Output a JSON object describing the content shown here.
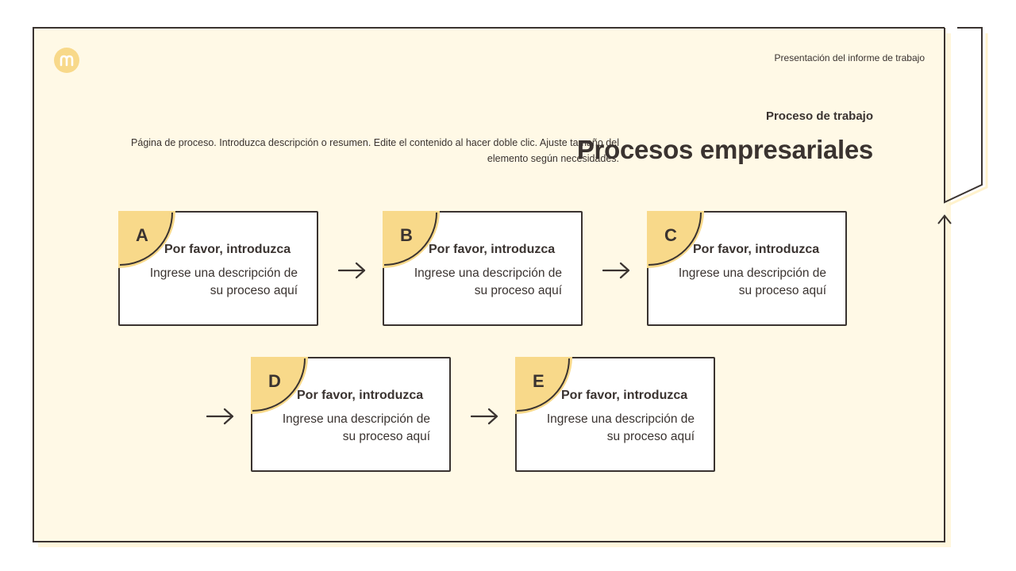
{
  "header": {
    "report_title": "Presentación del informe de trabajo"
  },
  "slide": {
    "subtitle": "Proceso de trabajo",
    "title": "Procesos empresariales",
    "description": "Página de proceso. Introduzca descripción o resumen. Edite el contenido al hacer doble clic. Ajuste tamaño del elemento según necesidades."
  },
  "cards": [
    {
      "letter": "A",
      "title": "Por favor, introduzca",
      "description": "Ingrese una descripción de su proceso aquí"
    },
    {
      "letter": "B",
      "title": "Por favor, introduzca",
      "description": "Ingrese una descripción de su proceso aquí"
    },
    {
      "letter": "C",
      "title": "Por favor, introduzca",
      "description": "Ingrese una descripción de su proceso aquí"
    },
    {
      "letter": "D",
      "title": "Por favor, introduzca",
      "description": "Ingrese una descripción de su proceso aquí"
    },
    {
      "letter": "E",
      "title": "Por favor, introduzca",
      "description": "Ingrese una descripción de su proceso aquí"
    }
  ],
  "colors": {
    "accent": "#f8d98a",
    "background": "#fff9e6",
    "ink": "#3a3330"
  }
}
